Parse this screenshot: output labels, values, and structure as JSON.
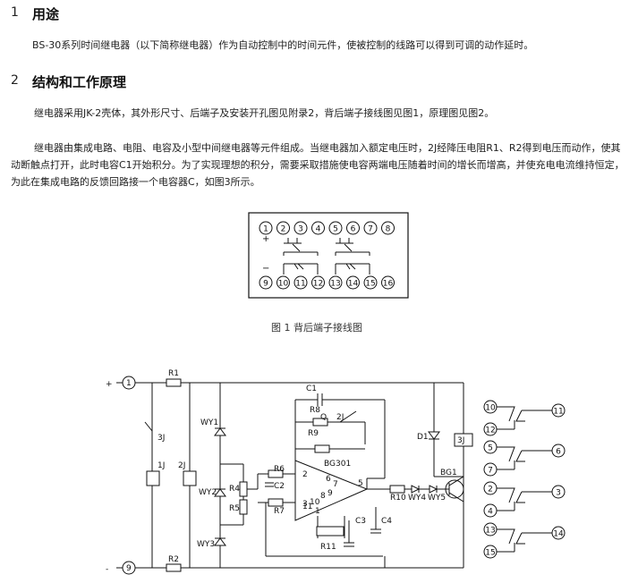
{
  "section1": {
    "number": "1",
    "title": "用途",
    "text": "BS-30系列时间继电器（以下简称继电器）作为自动控制中的时间元件，使被控制的线路可以得到可调的动作延时。"
  },
  "section2": {
    "number": "2",
    "title": "结构和工作原理",
    "para1": "继电器采用JK-2壳体，其外形尺寸、后端子及安装开孔图见附录2，背后端子接线图见图1，原理图见图2。",
    "para2": "继电器由集成电路、电阻、电容及小型中间继电器等元件组成。当继电器加入额定电压时，2J经降压电阻R1、R2得到电压而动作，使其动断触点打开，此时电容C1开始积分。为了实现理想的积分，需要采取措施使电容两端电压随着时间的增长而增高，并使充电电流维持恒定，为此在集成电路的反馈回路接一个电容器C，如图3所示。"
  },
  "figure1": {
    "caption": "图 1   背后端子接线图",
    "top_terminals": [
      "1",
      "2",
      "3",
      "4",
      "5",
      "6",
      "7",
      "8"
    ],
    "bottom_terminals": [
      "9",
      "10",
      "11",
      "12",
      "13",
      "14",
      "15",
      "16"
    ],
    "plus": "+",
    "minus": "−"
  },
  "figure2": {
    "labels": {
      "plus": "+",
      "minus": "-",
      "t1": "1",
      "t9": "9",
      "R1": "R1",
      "R2": "R2",
      "C1": "C1",
      "R8": "R8",
      "R9": "R9",
      "Q": "Q",
      "J2top": "2J",
      "J3": "3J",
      "J1": "1J",
      "J2": "2J",
      "WY1": "WY1",
      "WY2": "WY2",
      "WY3": "WY3",
      "R4": "R4",
      "R5": "R5",
      "R6": "R6",
      "C2": "C2",
      "R7": "R7",
      "BG301": "BG301",
      "R11": "R11",
      "C3": "C3",
      "C4": "C4",
      "D1": "D1",
      "J": "3J",
      "R10": "R10",
      "WY4": "WY4",
      "WY5": "WY5",
      "BG1": "BG1",
      "p2": "2",
      "p3": "3",
      "p5": "5",
      "p6": "6",
      "p7": "7",
      "p8": "8",
      "p9": "9",
      "p10": "10",
      "p11": "11",
      "p1": "1"
    },
    "contacts": [
      [
        "10",
        "12",
        "11"
      ],
      [
        "5",
        "7",
        "6"
      ],
      [
        "2",
        "4",
        "3"
      ],
      [
        "13",
        "15",
        "14"
      ]
    ]
  }
}
